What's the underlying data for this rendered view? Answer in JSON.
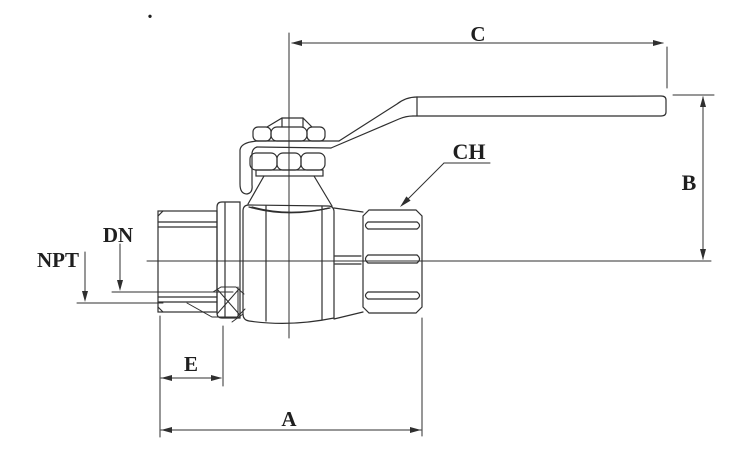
{
  "meta": {
    "background": "#ffffff",
    "line_color": "#2f2f2f"
  },
  "labels": {
    "dot": ".",
    "c": "C",
    "b": "B",
    "ch": "CH",
    "npt": "NPT",
    "dn": "DN",
    "e": "E",
    "a": "A"
  }
}
